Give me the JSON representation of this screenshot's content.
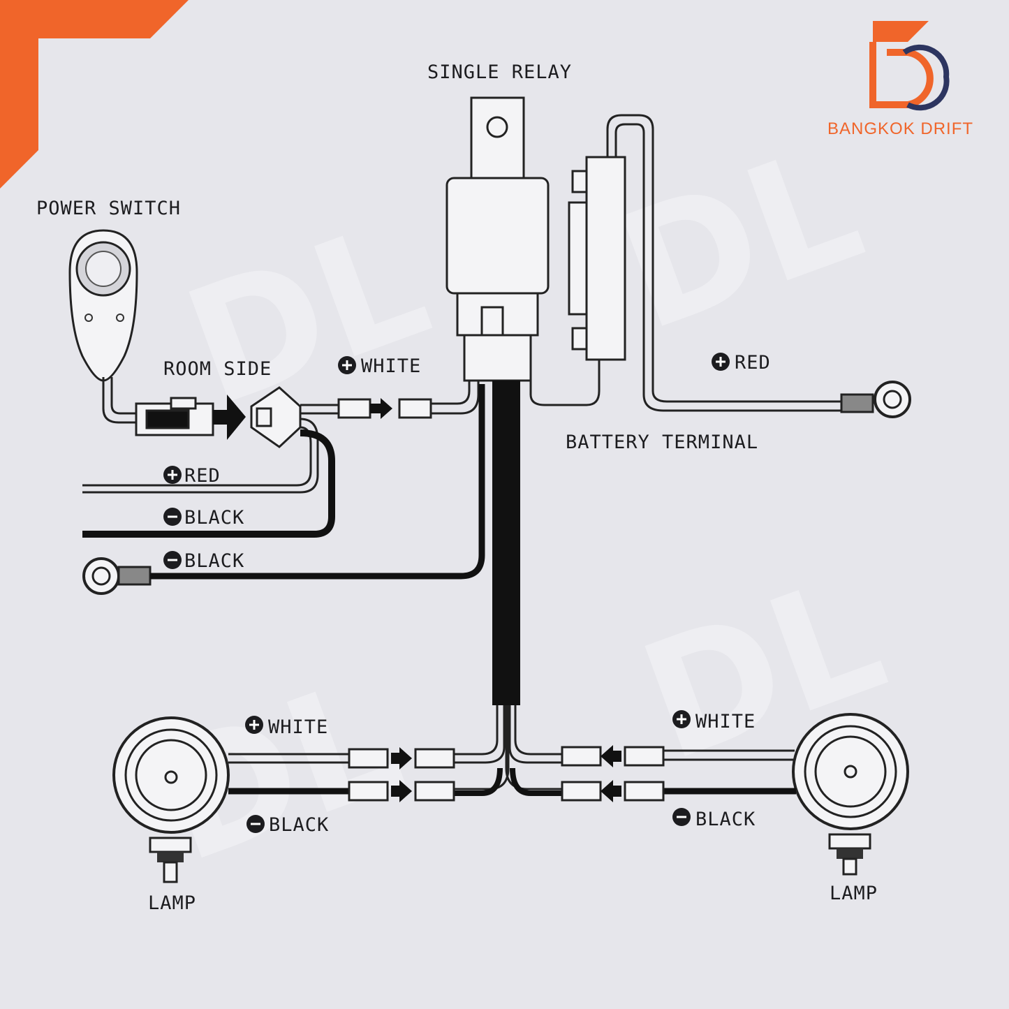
{
  "brand": {
    "name": "BANGKOK DRIFT",
    "colors": {
      "orange": "#f0652a",
      "navy": "#2d3560"
    }
  },
  "watermark": "DL",
  "labels": {
    "single_relay": "SINGLE RELAY",
    "power_switch": "POWER SWITCH",
    "room_side": "ROOM SIDE",
    "white_top": "WHITE",
    "red_right": "RED",
    "battery_terminal": "BATTERY TERMINAL",
    "red_left": "RED",
    "black_1": "BLACK",
    "black_2": "BLACK",
    "white_left": "WHITE",
    "black_left": "BLACK",
    "white_right": "WHITE",
    "black_right": "BLACK",
    "lamp_left": "LAMP",
    "lamp_right": "LAMP"
  },
  "icons": {
    "plus": "plus-circle-icon",
    "minus": "minus-circle-icon"
  }
}
